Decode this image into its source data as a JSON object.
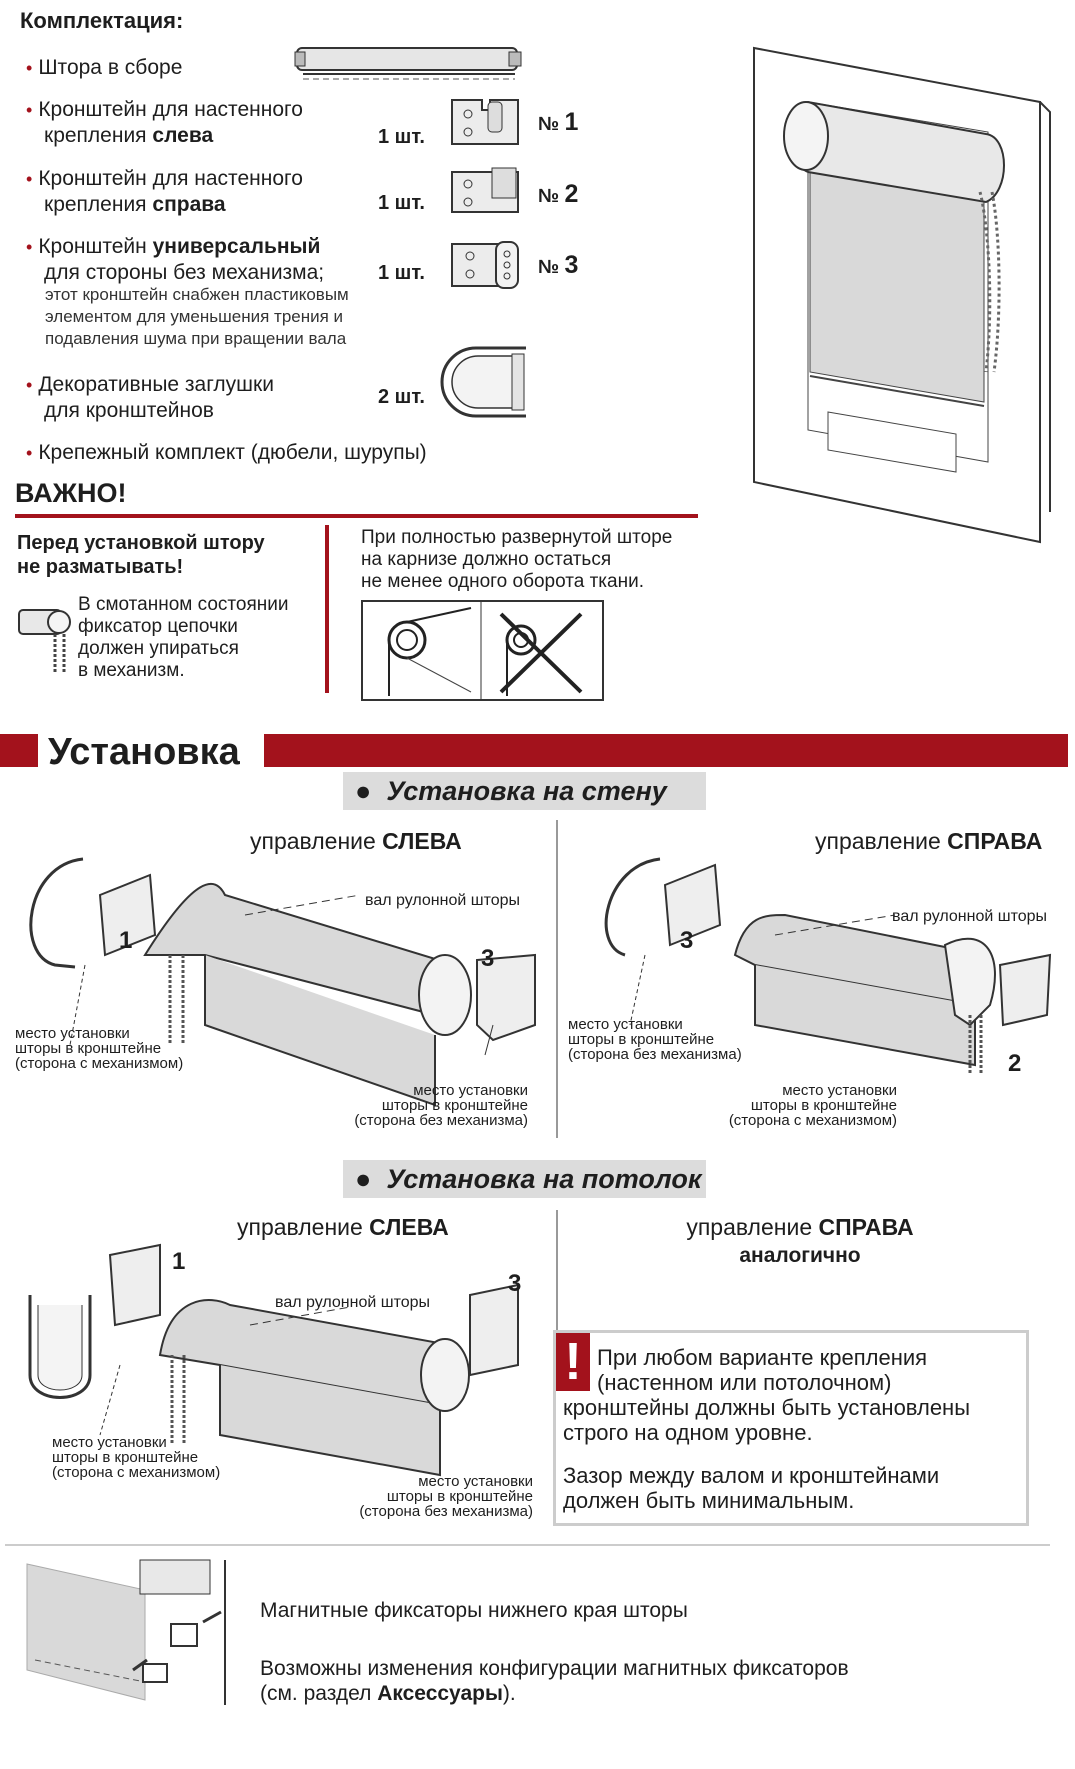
{
  "kit": {
    "title": "Комплектация:",
    "items": [
      {
        "text": "Штора в сборе"
      },
      {
        "line1": "Кронштейн для настенного",
        "line2_pre": "крепления ",
        "line2_bold": "слева",
        "qty": "1 шт.",
        "num_prefix": "№",
        "num": "1"
      },
      {
        "line1": "Кронштейн для настенного",
        "line2_pre": "крепления ",
        "line2_bold": "справа",
        "qty": "1 шт.",
        "num_prefix": "№",
        "num": "2"
      },
      {
        "line1_pre": "Кронштейн ",
        "line1_bold": "универсальный",
        "line2": "для стороны без механизма;",
        "qty": "1 шт.",
        "num_prefix": "№",
        "num": "3",
        "note": [
          "этот кронштейн снабжен пластиковым",
          "элементом для уменьшения трения и",
          "подавления шума при вращении вала"
        ]
      },
      {
        "line1": "Декоративные заглушки",
        "line2": "для кронштейнов",
        "qty": "2 шт."
      },
      {
        "text": "Крепежный комплект (дюбели, шурупы)"
      }
    ]
  },
  "important": {
    "title": "ВАЖНО!",
    "left_bold": [
      "Перед установкой штору",
      "не разматывать!"
    ],
    "left_text": [
      "В смотанном состоянии",
      "фиксатор цепочки",
      "должен упираться",
      "в механизм."
    ],
    "right_text": [
      "При полностью развернутой шторе",
      "на карнизе должно остаться",
      "не менее одного оборота ткани."
    ]
  },
  "install": {
    "title": "Установка",
    "wall": {
      "label": "Установка на стену",
      "left": {
        "ctl_pre": "управление ",
        "ctl_bold": "СЛЕВА",
        "shaft": "вал рулонной шторы",
        "cap_mech": [
          "место установки",
          "шторы в кронштейне",
          "(сторона с механизмом)"
        ],
        "cap_free": [
          "место установки",
          "шторы в кронштейне",
          "(сторона без механизма)"
        ],
        "n1": "1",
        "n3": "3"
      },
      "right": {
        "ctl_pre": "управление ",
        "ctl_bold": "СПРАВА",
        "shaft": "вал рулонной шторы",
        "cap_free": [
          "место установки",
          "шторы в кронштейне",
          "(сторона без механизма)"
        ],
        "cap_mech": [
          "место установки",
          "шторы в кронштейне",
          "(сторона с механизмом)"
        ],
        "n3": "3",
        "n2": "2"
      }
    },
    "ceiling": {
      "label": "Установка на потолок",
      "left": {
        "ctl_pre": "управление ",
        "ctl_bold": "СЛЕВА",
        "shaft": "вал рулонной шторы",
        "cap_mech": [
          "место установки",
          "шторы в кронштейне",
          "(сторона с механизмом)"
        ],
        "cap_free": [
          "место установки",
          "шторы в кронштейне",
          "(сторона без механизма)"
        ],
        "n1": "1",
        "n3": "3"
      },
      "right": {
        "ctl_pre": "управление ",
        "ctl_bold": "СПРАВА",
        "ctl_line2": "аналогично"
      }
    },
    "warning": {
      "mark": "!",
      "p1": [
        "При любом варианте крепления",
        "(настенном или потолочном)",
        "кронштейны должны быть установлены",
        "строго на одном уровне."
      ],
      "p2": [
        "Зазор между валом и кронштейнами",
        "должен быть минимальным."
      ]
    }
  },
  "magnet": {
    "line1": "Магнитные фиксаторы нижнего края шторы",
    "line2": "Возможны изменения конфигурации магнитных фиксаторов",
    "line3_pre": "(см. раздел ",
    "line3_bold": "Аксессуары",
    "line3_post": ")."
  },
  "colors": {
    "accent": "#a3121c",
    "pill": "#dcdcdc",
    "fabric": "#d9d9d9"
  }
}
